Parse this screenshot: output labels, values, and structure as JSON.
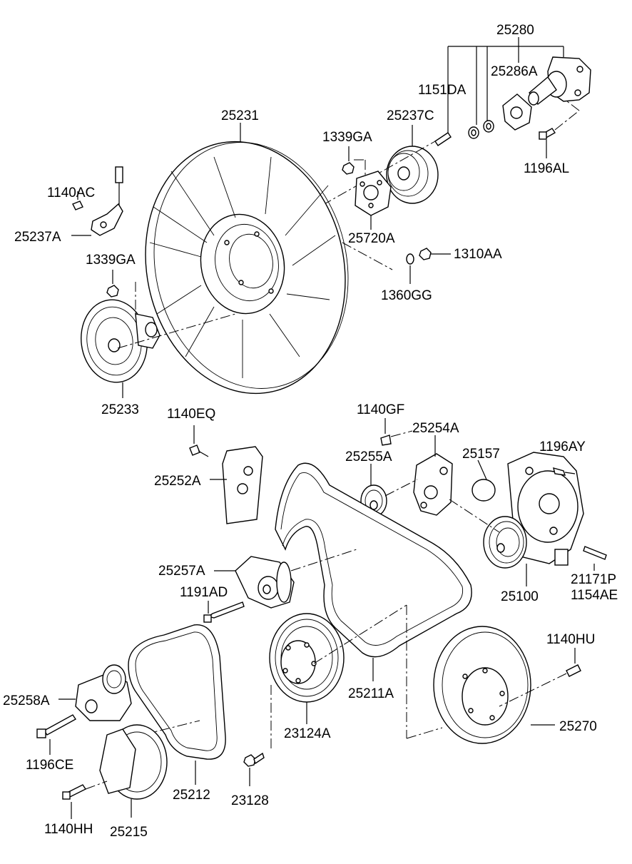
{
  "labels": {
    "l25280": "25280",
    "l25286A": "25286A",
    "l1151DA": "1151DA",
    "l25231": "25231",
    "l25237C": "25237C",
    "l1339GA_top": "1339GA",
    "l1196AL": "1196AL",
    "l1140AC": "1140AC",
    "l25237A": "25237A",
    "l25720A": "25720A",
    "l1339GA_left": "1339GA",
    "l1310AA": "1310AA",
    "l1360GG": "1360GG",
    "l25233": "25233",
    "l1140EQ": "1140EQ",
    "l1140GF": "1140GF",
    "l25254A": "25254A",
    "l25255A": "25255A",
    "l25157": "25157",
    "l1196AY": "1196AY",
    "l25252A": "25252A",
    "l25257A": "25257A",
    "l21171P": "21171P",
    "l1154AE": "1154AE",
    "l1191AD": "1191AD",
    "l25100": "25100",
    "l1140HU": "1140HU",
    "l25258A": "25258A",
    "l25211A": "25211A",
    "l25270": "25270",
    "l23124A": "23124A",
    "l1196CE": "1196CE",
    "l25212": "25212",
    "l23128": "23128",
    "l1140HH": "1140HH",
    "l25215": "25215"
  }
}
